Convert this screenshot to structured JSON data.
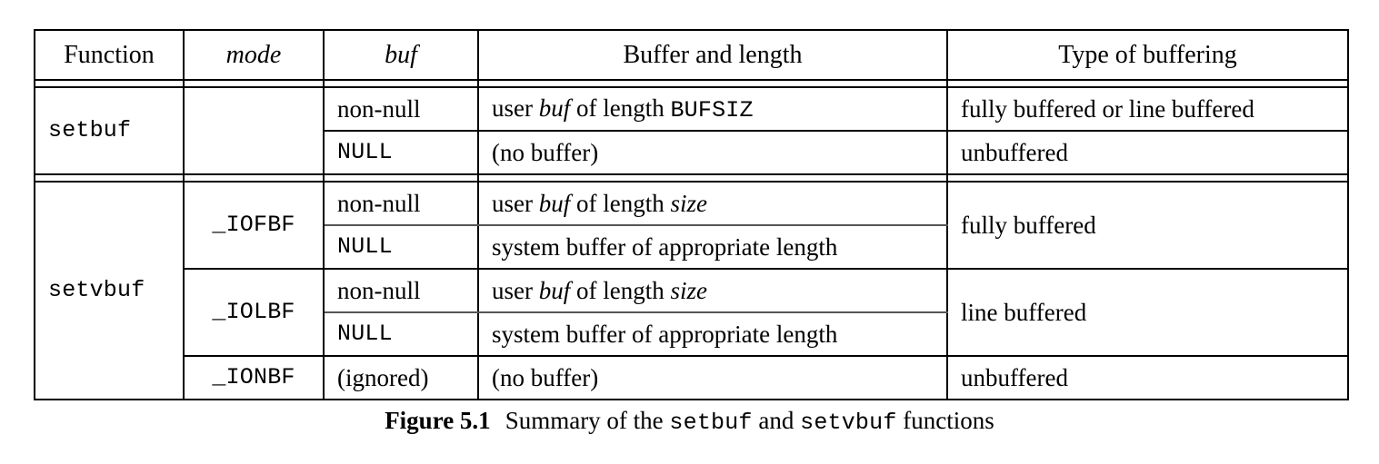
{
  "figure": {
    "caption_label": "Figure 5.1",
    "caption_text_1": "Summary of the",
    "caption_mono_1": "setbuf",
    "caption_text_2": "and",
    "caption_mono_2": "setvbuf",
    "caption_text_3": "functions"
  },
  "table": {
    "headers": {
      "function": "Function",
      "mode": "mode",
      "buf": "buf",
      "buffer_and_length": "Buffer and length",
      "type_of_buffering": "Type of buffering"
    },
    "sections": [
      {
        "function": "setbuf",
        "rows": [
          {
            "mode": "",
            "buf": "non-null",
            "buffer_and_length": {
              "pre": "user",
              "italic": "buf",
              "mid": "of length",
              "mono": "BUFSIZ"
            },
            "type_of_buffering": "fully buffered or line buffered"
          },
          {
            "mode": "",
            "buf": "NULL",
            "buffer_and_length": {
              "plain": "(no buffer)"
            },
            "type_of_buffering": "unbuffered"
          }
        ]
      },
      {
        "function": "setvbuf",
        "rows": [
          {
            "mode": "_IOFBF",
            "buf": "non-null",
            "buffer_and_length": {
              "pre": "user",
              "italic": "buf",
              "mid": "of length",
              "italic2": "size"
            },
            "type_of_buffering": "fully buffered"
          },
          {
            "mode": "_IOFBF",
            "buf": "NULL",
            "buffer_and_length": {
              "plain": "system buffer of appropriate length"
            },
            "type_of_buffering": "fully buffered"
          },
          {
            "mode": "_IOLBF",
            "buf": "non-null",
            "buffer_and_length": {
              "pre": "user",
              "italic": "buf",
              "mid": "of length",
              "italic2": "size"
            },
            "type_of_buffering": "line buffered"
          },
          {
            "mode": "_IOLBF",
            "buf": "NULL",
            "buffer_and_length": {
              "plain": "system buffer of appropriate length"
            },
            "type_of_buffering": "line buffered"
          },
          {
            "mode": "_IONBF",
            "buf": "(ignored)",
            "buffer_and_length": {
              "plain": "(no buffer)"
            },
            "type_of_buffering": "unbuffered"
          }
        ]
      }
    ],
    "cells": {
      "setbuf": "setbuf",
      "setvbuf": "setvbuf",
      "non_null": "non-null",
      "null": "NULL",
      "ignored": "(ignored)",
      "no_buffer": "(no buffer)",
      "user": "user",
      "buf": "buf",
      "of_length": "of length",
      "bufsiz": "BUFSIZ",
      "size": "size",
      "system_buffer": "system buffer of appropriate length",
      "iofbf": "_IOFBF",
      "iolbf": "_IOLBF",
      "ionbf": "_IONBF",
      "fully_or_line": "fully buffered or line buffered",
      "unbuffered": "unbuffered",
      "fully_buffered": "fully buffered",
      "line_buffered": "line buffered"
    }
  }
}
